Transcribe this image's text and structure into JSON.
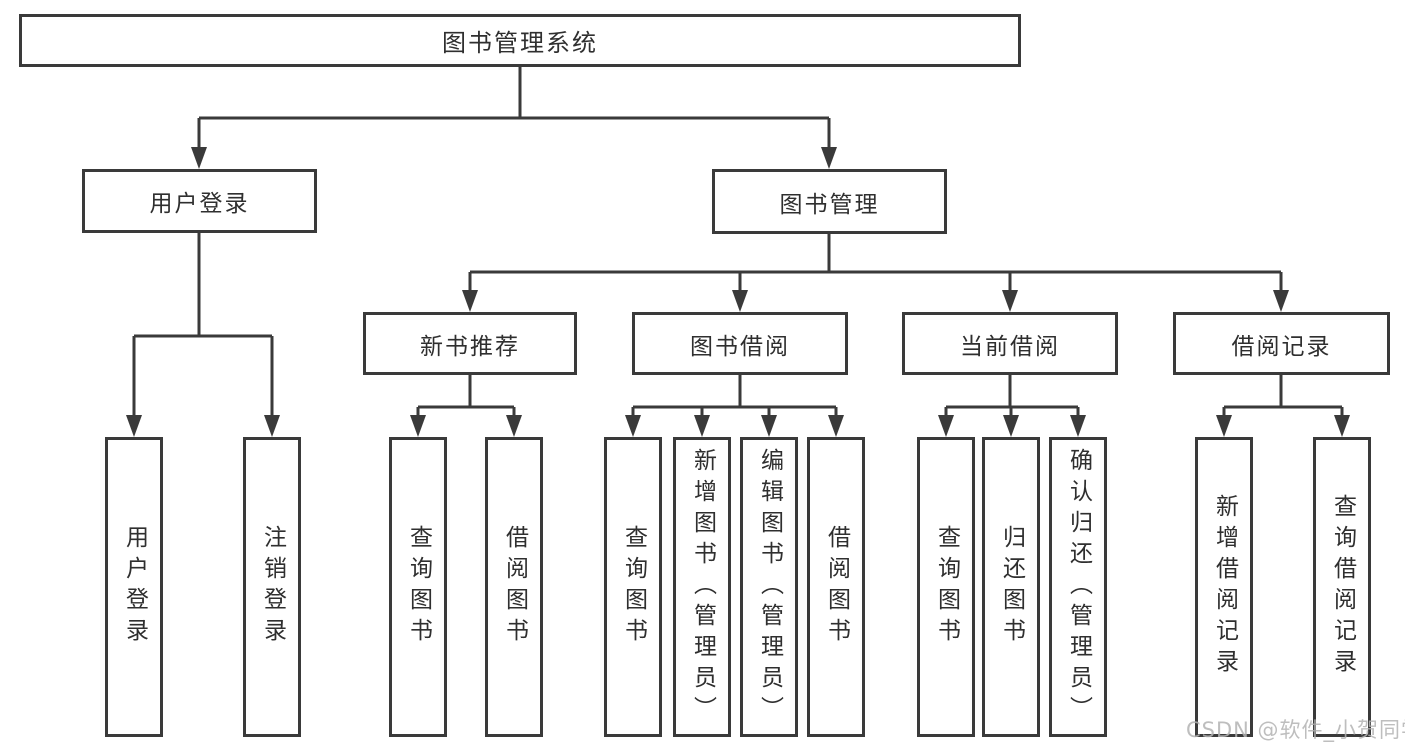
{
  "diagram": {
    "root_label": "图书管理系统",
    "level2": {
      "user_login": "用户登录",
      "book_management": "图书管理"
    },
    "level3": {
      "new_book_recommendation": "新书推荐",
      "book_borrowing": "图书借阅",
      "current_borrowing": "当前借阅",
      "borrowing_records": "借阅记录"
    },
    "leaves": {
      "user_login": "用户登录",
      "logout": "注销登录",
      "rec_query_books": "查询图书",
      "rec_borrow_books": "借阅图书",
      "borrow_query_books": "查询图书",
      "borrow_add_books": "新增图书（管理员）",
      "borrow_edit_books": "编辑图书（管理员）",
      "borrow_borrow_books": "借阅图书",
      "current_query_books": "查询图书",
      "current_return_books": "归还图书",
      "current_confirm_return": "确认归还（管理员）",
      "records_add_record": "新增借阅记录",
      "records_query_record": "查询借阅记录"
    }
  },
  "watermark": "CSDN @软件_小贺同学",
  "colors": {
    "line": "#3a3a3a",
    "text": "#2f2f2f",
    "watermark_text": "#b3b3b3",
    "background": "#ffffff"
  }
}
